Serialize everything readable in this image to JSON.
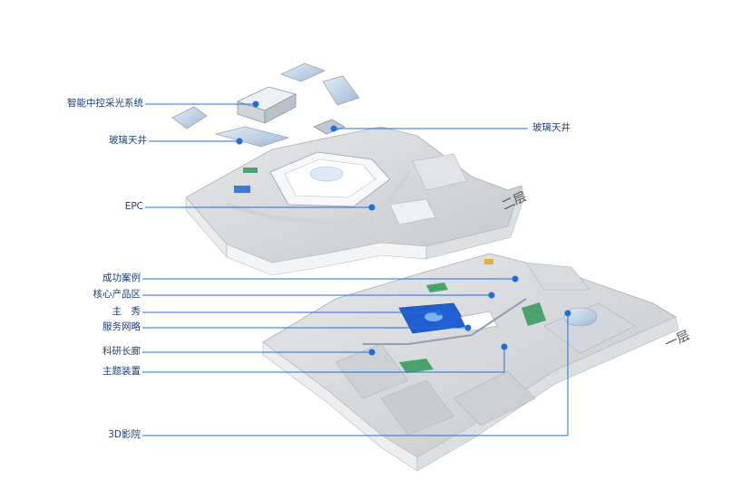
{
  "diagram": {
    "labels": [
      {
        "id": "smart-lighting",
        "text": "智能中控采光系统"
      },
      {
        "id": "glass-skylight-left",
        "text": "玻璃天井"
      },
      {
        "id": "glass-skylight-right",
        "text": "玻璃天井"
      },
      {
        "id": "epc",
        "text": "EPC"
      },
      {
        "id": "success-cases",
        "text": "成功案例"
      },
      {
        "id": "core-products",
        "text": "核心产品区"
      },
      {
        "id": "main-show",
        "text": "主　秀"
      },
      {
        "id": "service-network",
        "text": "服务网略"
      },
      {
        "id": "research-corridor",
        "text": "科研长廊"
      },
      {
        "id": "theme-installation",
        "text": "主题装置"
      },
      {
        "id": "3d-cinema",
        "text": "3D影院"
      }
    ],
    "floor_markers": [
      "二层",
      "一层"
    ],
    "colors": {
      "leader_line": "#1e6fd9",
      "label_text": "#1a3e7a",
      "wall": "#f4f5f6",
      "wall_shade": "#c9ccd0",
      "floor": "#d9dbde",
      "glass": "#a9c7e8",
      "screen": "#1f5fd0"
    }
  }
}
